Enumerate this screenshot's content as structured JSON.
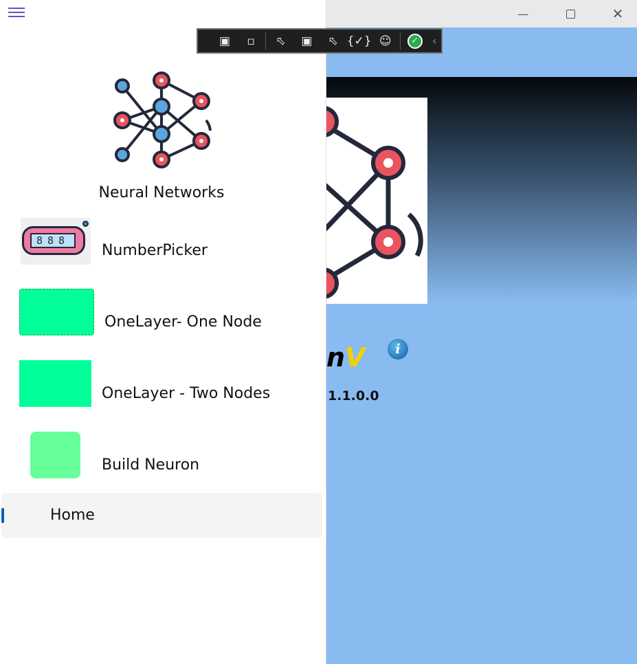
{
  "window": {
    "minimize_icon": "minimize-icon",
    "maximize_icon": "maximize-icon",
    "close_icon": "close-icon"
  },
  "toolbar": {
    "icons": [
      "select-element-icon",
      "record-icon",
      "pointer-select-icon",
      "layout-adorner-icon",
      "display-layout-icon",
      "binding-failures-icon",
      "accessibility-icon",
      "ok-check-icon",
      "collapse-chevron-icon"
    ]
  },
  "nav": {
    "header_title": "Neural Networks",
    "items": [
      {
        "label": "NumberPicker"
      },
      {
        "label": "OneLayer- One Node"
      },
      {
        "label": "OneLayer - Two Nodes"
      },
      {
        "label": "Build Neuron"
      },
      {
        "label": "Home"
      }
    ]
  },
  "main": {
    "app_name_dark": "n",
    "app_name_accent": "V",
    "version": "1.1.0.0",
    "info_glyph": "i"
  },
  "colors": {
    "accent": "#005fb8",
    "background": "#89bbf1",
    "name_accent": "#f5d000"
  }
}
